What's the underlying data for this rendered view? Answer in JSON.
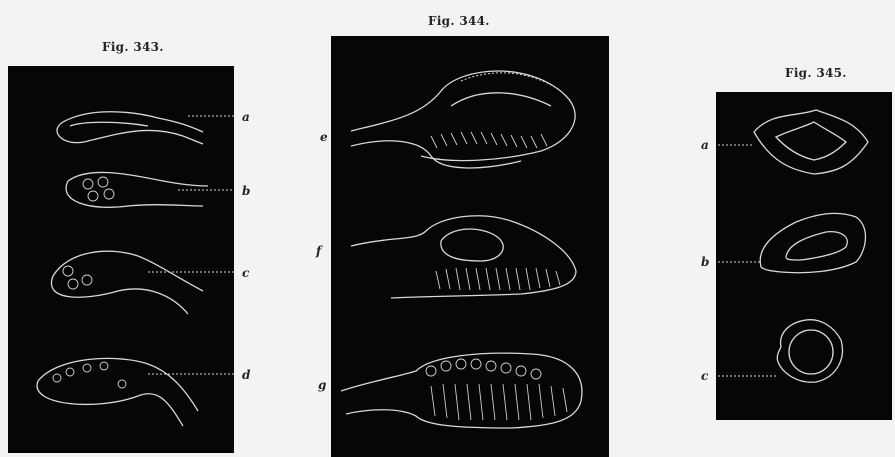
{
  "figures": [
    {
      "caption": "Fig. 343.",
      "labels": [
        "a",
        "b",
        "c",
        "d"
      ]
    },
    {
      "caption": "Fig. 344.",
      "labels": [
        "e",
        "f",
        "g"
      ]
    },
    {
      "caption": "Fig. 345.",
      "labels": [
        "a",
        "b",
        "c"
      ]
    }
  ]
}
